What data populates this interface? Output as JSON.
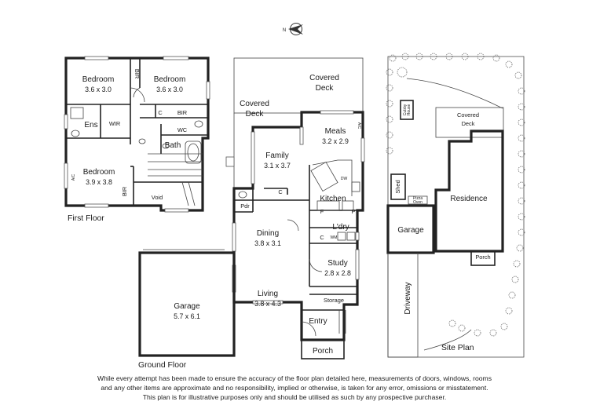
{
  "first_floor": {
    "title": "First Floor",
    "bedroom1": {
      "name": "Bedroom",
      "dims": "3.6 x 3.0"
    },
    "bedroom2": {
      "name": "Bedroom",
      "dims": "3.6 x 3.0"
    },
    "bedroom3": {
      "name": "Bedroom",
      "dims": "3.9 x 3.8"
    },
    "bir": "BIR",
    "bir2": "BIR",
    "bir3": "BIR",
    "ens": "Ens",
    "wir": "WIR",
    "wc": "WC",
    "bath": "Bath",
    "void": "Void",
    "cupboard": "C",
    "ac": "A/C"
  },
  "ground_floor": {
    "title": "Ground Floor",
    "covered_deck_top": {
      "line1": "Covered",
      "line2": "Deck"
    },
    "covered_deck_left": {
      "line1": "Covered",
      "line2": "Deck"
    },
    "meals": {
      "name": "Meals",
      "dims": "3.2 x 2.9"
    },
    "ac": "A/C",
    "family": {
      "name": "Family",
      "dims": "3.1 x 3.7"
    },
    "kitchen": "Kitchen",
    "dw": "DW",
    "fridge": "F",
    "pantry": "P",
    "pdr": "Pdr",
    "c1": "C",
    "c2": "C",
    "laundry": "L'dry",
    "wm": "WM",
    "dining": {
      "name": "Dining",
      "dims": "3.8 x 3.1"
    },
    "study": {
      "name": "Study",
      "dims": "2.8 x 2.8"
    },
    "living": {
      "name": "Living",
      "dims": "3.8 x 4.3"
    },
    "storage": "Storage",
    "entry": "Entry",
    "porch": "Porch",
    "garage": {
      "name": "Garage",
      "dims": "5.7 x 6.1"
    }
  },
  "site_plan": {
    "title": "Site Plan",
    "covered_deck": {
      "line1": "Covered",
      "line2": "Deck"
    },
    "cubby": {
      "line1": "Cubby",
      "line2": "House"
    },
    "shed": "Shed",
    "pizza_oven": {
      "line1": "Pizza",
      "line2": "Oven"
    },
    "residence": "Residence",
    "garage": "Garage",
    "porch": "Porch",
    "driveway": "Driveway"
  },
  "compass": {
    "label": "N"
  },
  "disclaimer": {
    "line1": "While every attempt has been made to ensure the accuracy of the floor plan detailed here, measurements of doors, windows, rooms",
    "line2": "and any other items are approximate and no responsibility, implied or otherwise, is taken for any error, omissions or misstatement.",
    "line3": "This plan is for illustrative purposes only and should be utilised as such by any prospective purchaser."
  }
}
